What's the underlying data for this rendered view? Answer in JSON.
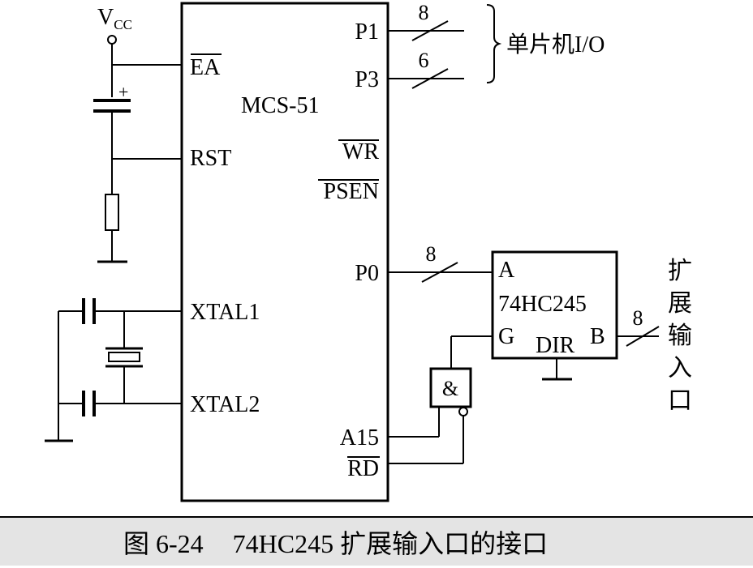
{
  "vcc": {
    "main": "V",
    "sub": "CC"
  },
  "plus_sign": "+",
  "mcu": {
    "name": "MCS-51",
    "pins": {
      "ea": "EA",
      "rst": "RST",
      "xtal1": "XTAL1",
      "xtal2": "XTAL2",
      "p1": "P1",
      "p3": "P3",
      "wr": "WR",
      "psen": "PSEN",
      "p0": "P0",
      "a15": "A15",
      "rd": "RD"
    }
  },
  "bus_widths": {
    "p1": "8",
    "p3": "6",
    "p0": "8",
    "out": "8"
  },
  "io_label": "单片机I/O",
  "chip": {
    "name": "74HC245",
    "a": "A",
    "g": "G",
    "dir": "DIR",
    "b": "B"
  },
  "gate_symbol": "&",
  "expand_label": [
    "扩",
    "展",
    "输",
    "入",
    "口"
  ],
  "caption": {
    "figure": "图 6-24",
    "title": "74HC245 扩展输入口的接口"
  }
}
